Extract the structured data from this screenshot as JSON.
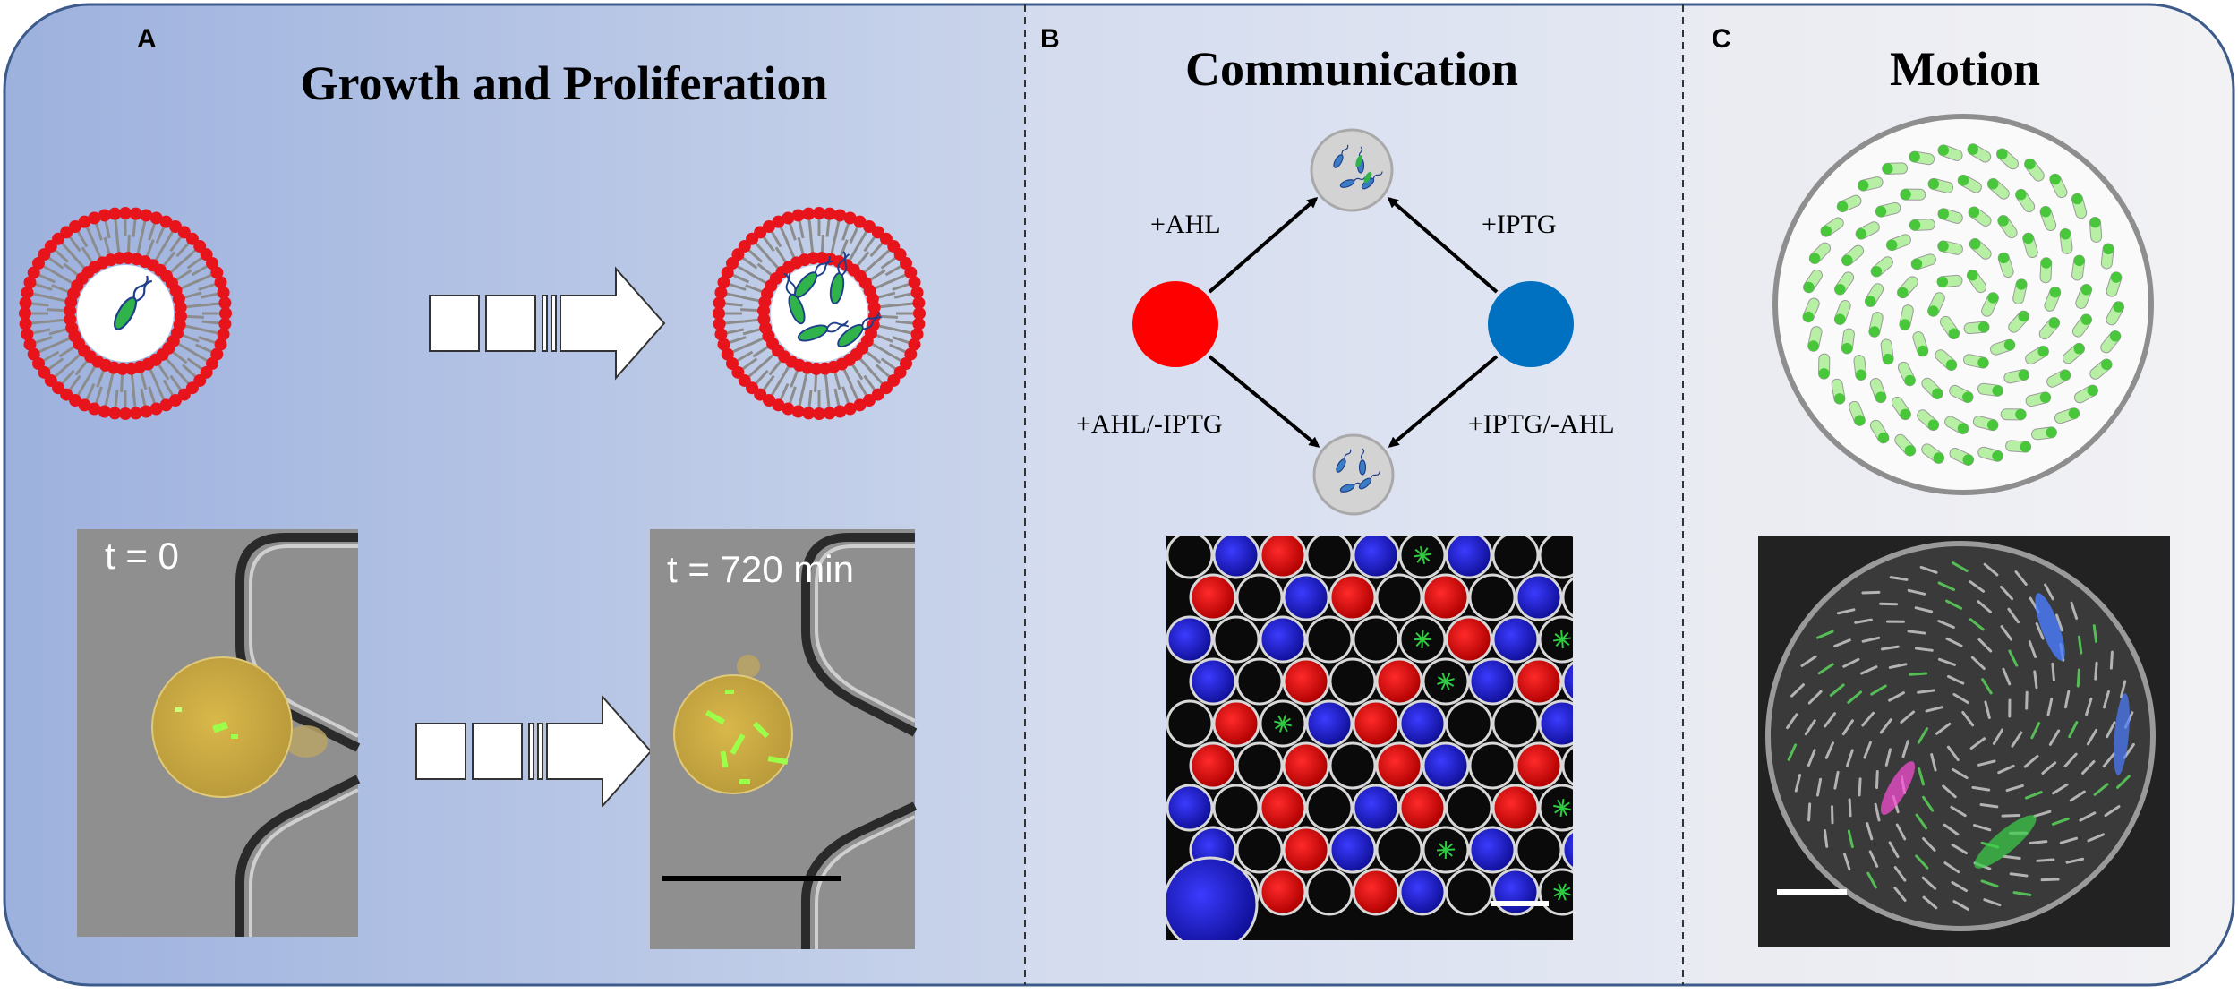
{
  "panels": {
    "a": {
      "letter": "A",
      "title": "Growth and Proliferation",
      "micrographs": {
        "start_label": "t = 0",
        "end_label": "t = 720 min"
      }
    },
    "b": {
      "letter": "B",
      "title": "Communication",
      "inputs": {
        "ahl": "+AHL",
        "iptg": "+IPTG",
        "ahl_minus_iptg": "+AHL/-IPTG",
        "iptg_minus_ahl": "+IPTG/-AHL"
      },
      "colors": {
        "sender_red": "#ff0000",
        "sender_blue": "#0070c0"
      }
    },
    "c": {
      "letter": "C",
      "title": "Motion"
    }
  },
  "colors": {
    "lipid_head": "#e8141b",
    "bacteria_green": "#2fb34a",
    "bacteria_outline": "#1f3f8a",
    "panel_a_left": "#9fb3df",
    "panel_a_right": "#c9d3ea"
  }
}
